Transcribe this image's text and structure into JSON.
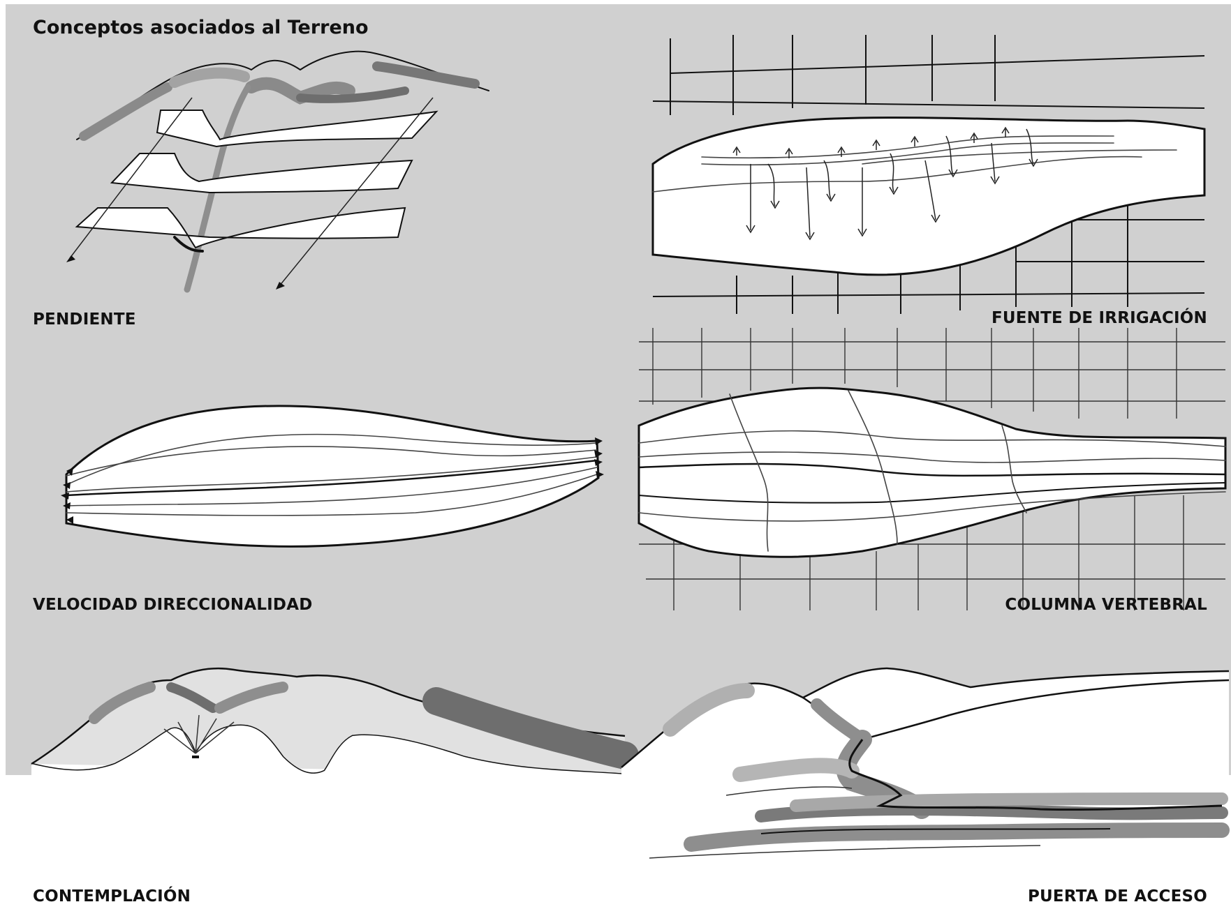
{
  "title": "Conceptos asociados al Terreno",
  "panels": [
    {
      "id": "pendiente",
      "label": "PENDIENTE"
    },
    {
      "id": "fuente",
      "label": "FUENTE DE  IRRIGACIÓN"
    },
    {
      "id": "velocidad",
      "label": "VELOCIDAD DIRECCIONALIDAD"
    },
    {
      "id": "columna",
      "label": "COLUMNA VERTEBRAL"
    },
    {
      "id": "contemplacion",
      "label": "CONTEMPLACIÓN"
    },
    {
      "id": "puerta",
      "label": "PUERTA DE ACCESO"
    }
  ],
  "colors": {
    "background": "#d0d0d0",
    "ink": "#111111",
    "shade_dark": "#6e6e6e",
    "shade_light": "#a8a8a8",
    "paper": "#ffffff"
  }
}
